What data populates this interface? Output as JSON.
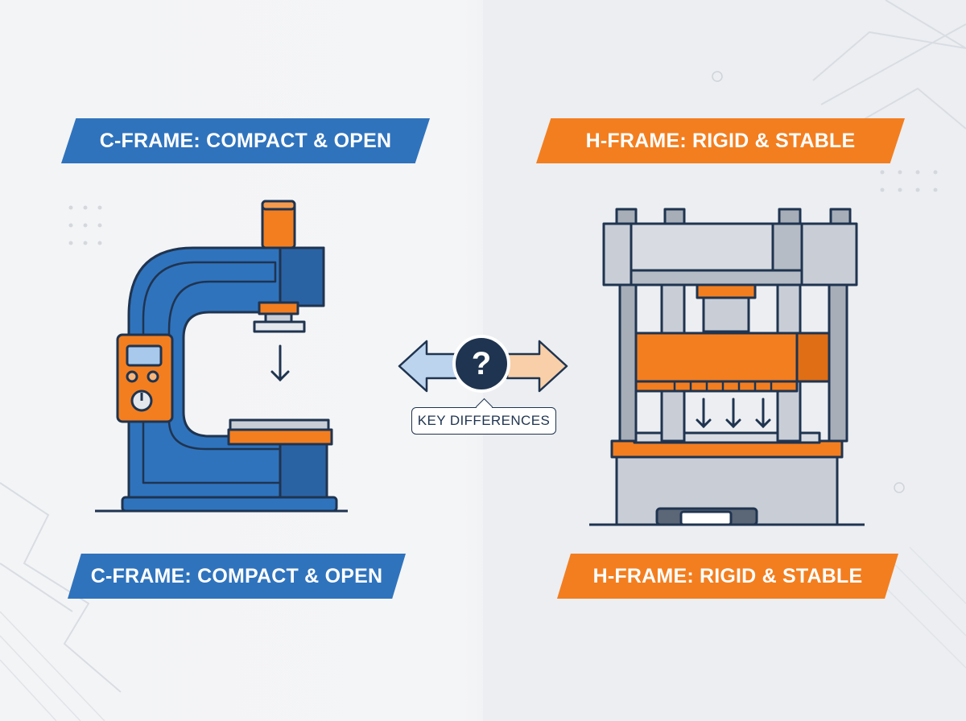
{
  "banners": {
    "top_left": "C-FRAME: COMPACT & OPEN",
    "top_right": "H-FRAME: RIGID & STABLE",
    "bottom_left": "C-FRAME: COMPACT & OPEN",
    "bottom_right": "H-FRAME: RIGID & STABLE"
  },
  "center": {
    "question_mark": "?",
    "label": "KEY DIFFERENCES"
  },
  "colors": {
    "blue": "#2f73bd",
    "orange": "#f37e1f",
    "navy": "#1f3450",
    "steel": "#c9ced6"
  },
  "icons": [
    "c-frame-press",
    "h-frame-press",
    "double-arrow-icon",
    "question-icon",
    "down-arrow-icon"
  ]
}
